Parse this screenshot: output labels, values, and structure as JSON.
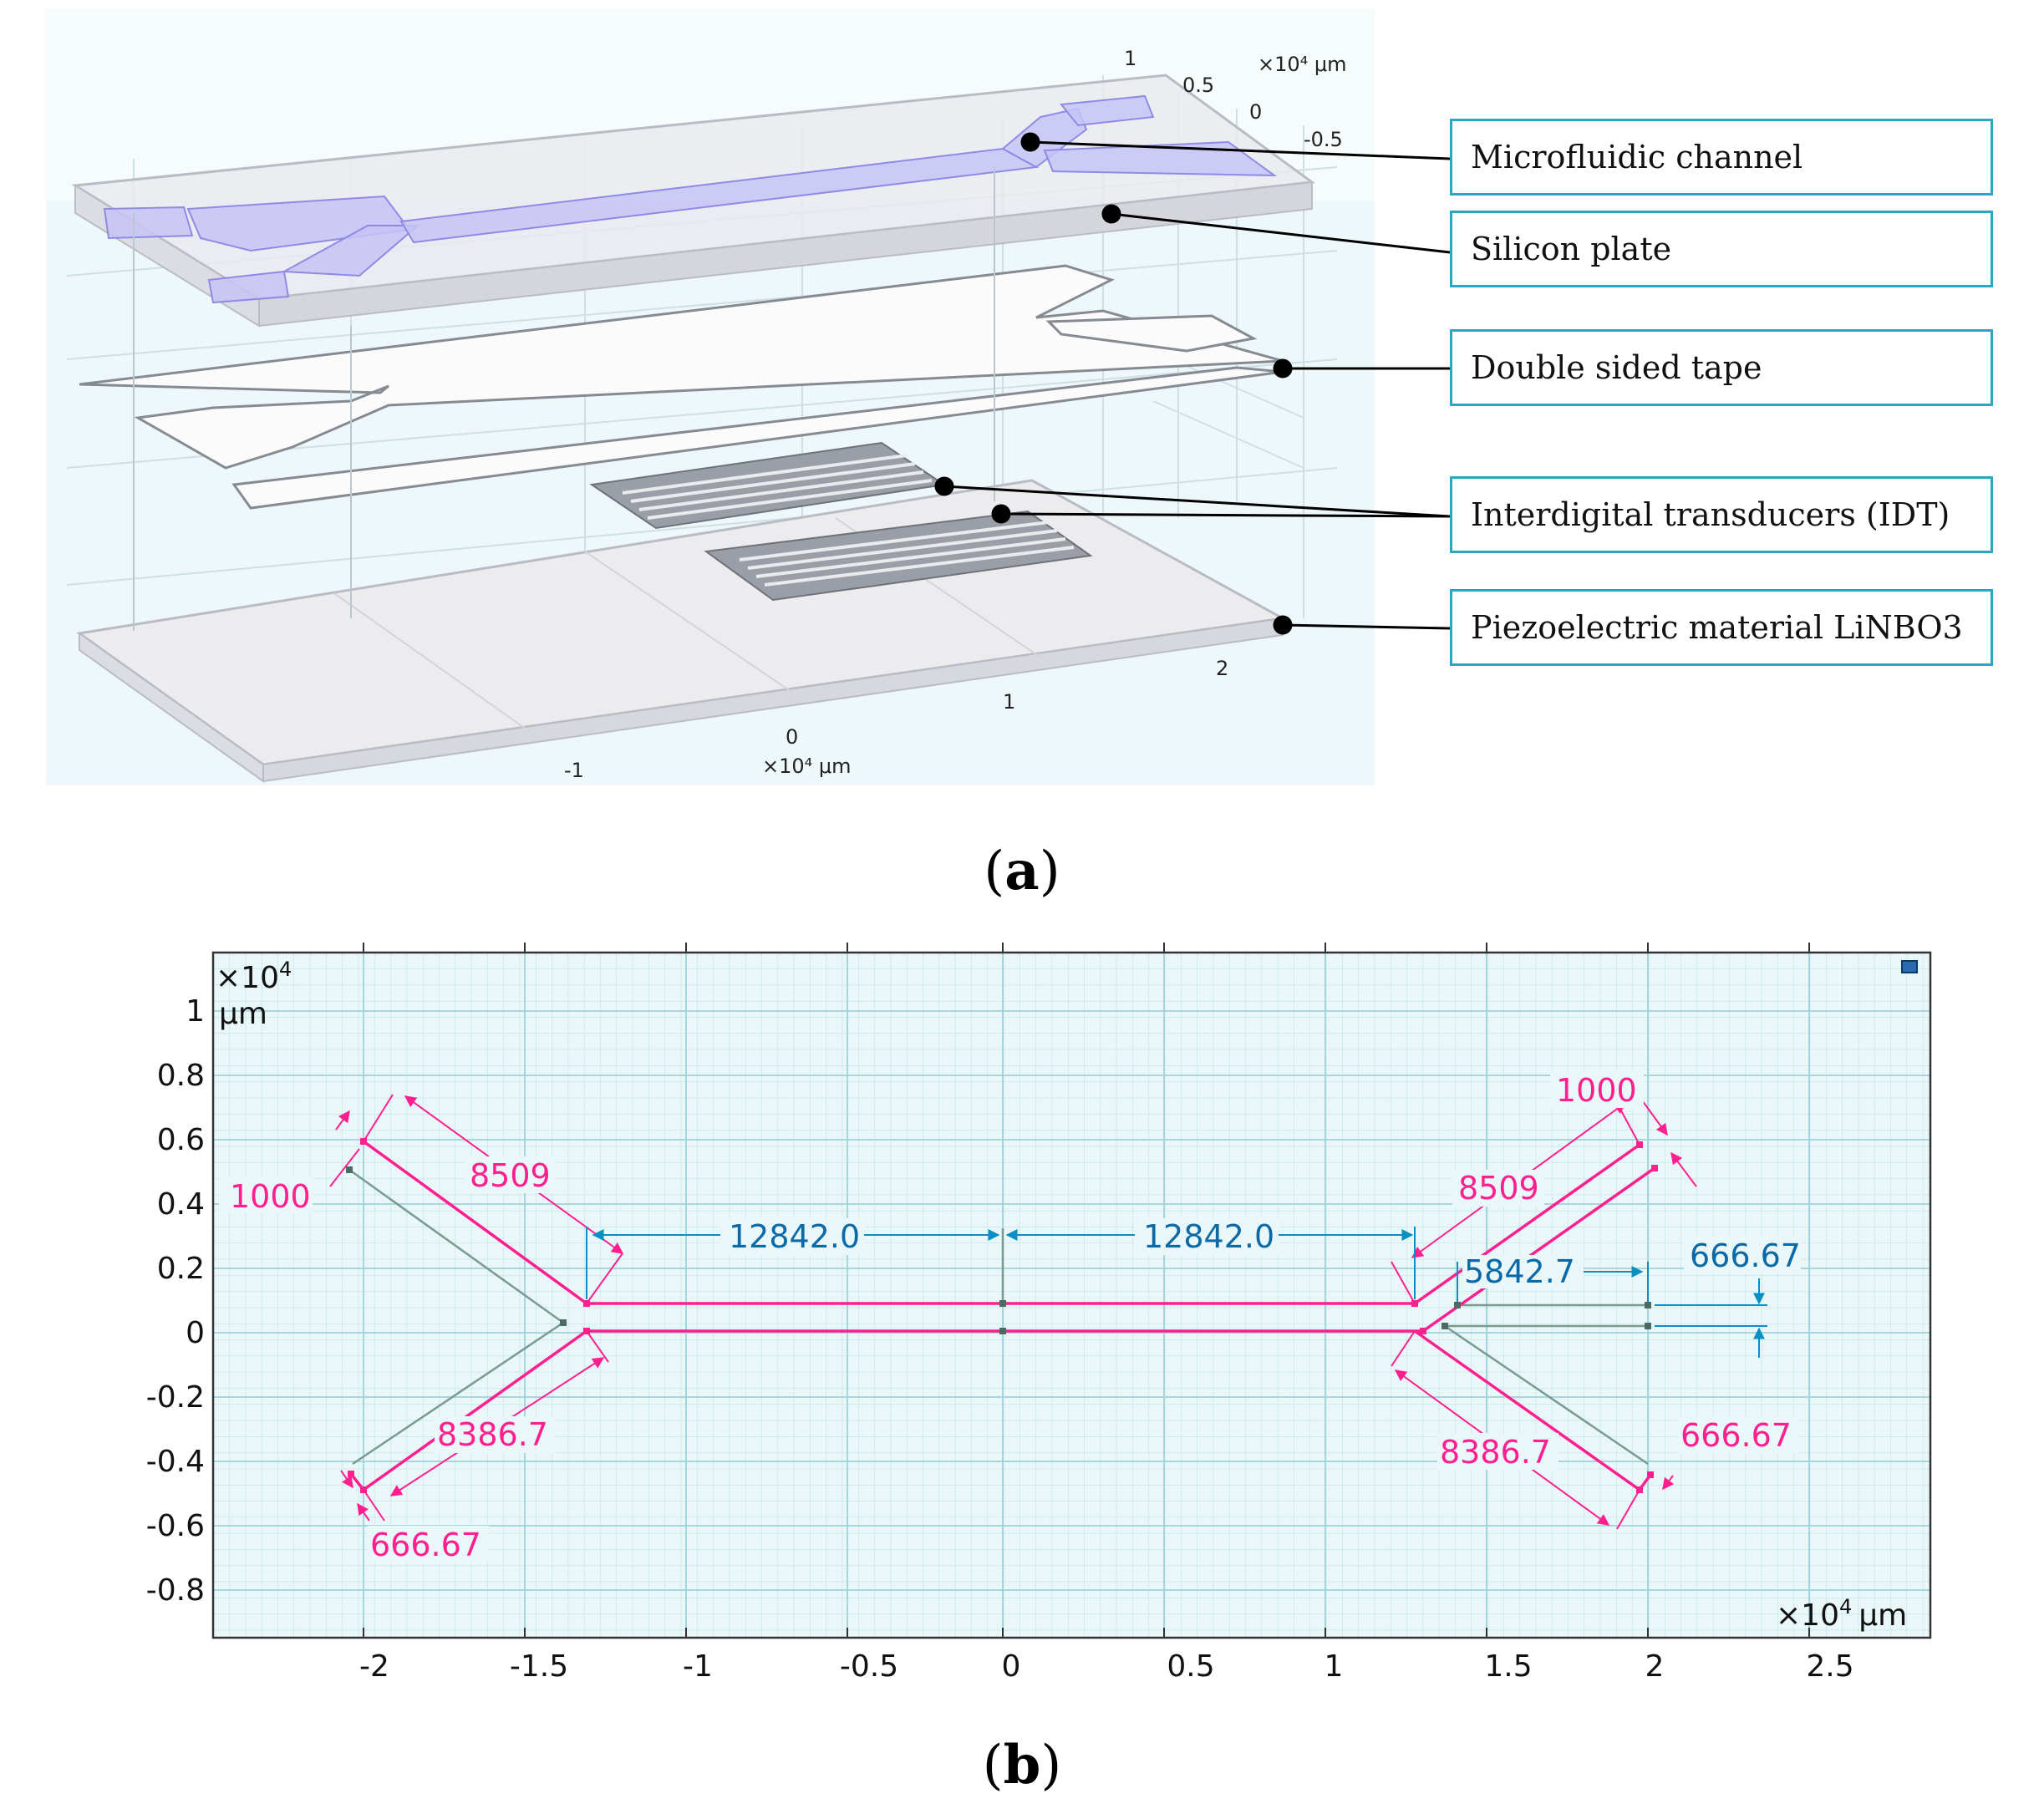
{
  "panel_a": {
    "caption_open": "(",
    "caption_letter": "a",
    "caption_close": ")",
    "top_axis": {
      "ticks": [
        "1",
        "0.5",
        "0",
        "-0.5"
      ],
      "unit": "×10⁴ μm"
    },
    "bottom_axis": {
      "ticks": [
        "-1",
        "0",
        "1",
        "2"
      ],
      "unit": "×10⁴ μm"
    },
    "labels": [
      "Microfluidic channel",
      "Silicon plate",
      "Double sided tape",
      "Interdigital transducers (IDT)",
      "Piezoelectric material LiNBO3"
    ],
    "colors": {
      "callout_border": "#2aa7c4",
      "channel": "#b7b4f0",
      "plate": "#e9eaee"
    }
  },
  "panel_b": {
    "caption_open": "(",
    "caption_letter": "b",
    "caption_close": ")",
    "y_unit_exp": "×10",
    "y_unit_sup": "4",
    "y_unit": "μm",
    "x_unit_exp": "×10",
    "x_unit_sup": "4",
    "x_unit": "μm",
    "y_ticks": [
      "1",
      "0.8",
      "0.6",
      "0.4",
      "0.2",
      "0",
      "-0.2",
      "-0.4",
      "-0.6",
      "-0.8"
    ],
    "x_ticks": [
      "-2",
      "-1.5",
      "-1",
      "-0.5",
      "0",
      "0.5",
      "1",
      "1.5",
      "2",
      "2.5"
    ],
    "dimensions": {
      "left_width_top": "1000",
      "left_len_top": "8509",
      "center_left": "12842.0",
      "center_right": "12842.0",
      "right_width_top": "1000",
      "right_len_top": "8509",
      "right_outlet_len": "5842.7",
      "right_outlet_width": "666.67",
      "left_len_bottom": "8386.7",
      "left_width_bottom": "666.67",
      "right_len_bottom": "8386.7",
      "right_width_bottom": "666.67"
    },
    "colors": {
      "grid_bg": "#e6f6f8",
      "grid_line": "#b9e0e6",
      "geometry": "#ff1f8f",
      "dim_blue": "#0a6aa8",
      "construction": "#7a9a90"
    }
  }
}
